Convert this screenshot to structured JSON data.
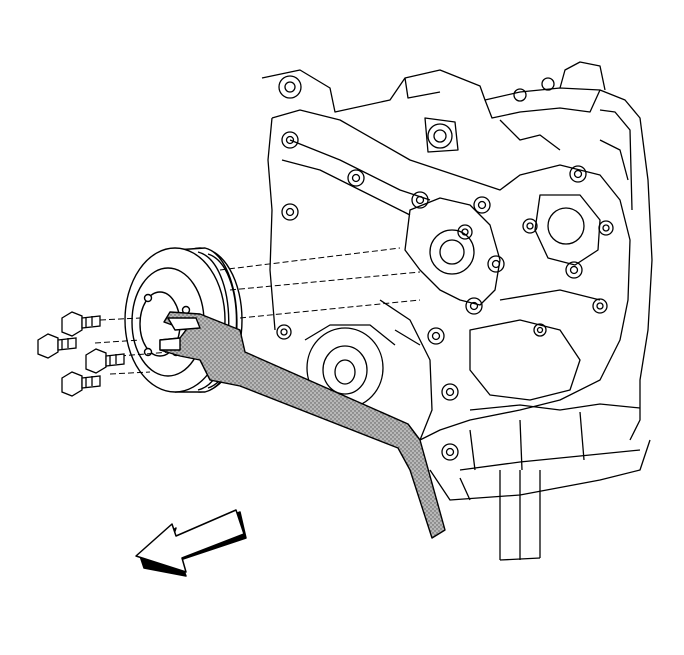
{
  "diagram": {
    "background": "#ffffff",
    "line_color": "#000000",
    "tool_fill": "#9a9a9a",
    "arrow_fill": "#ffffff",
    "components": {
      "engine_block": "engine-front-cover",
      "balancer": "crankshaft-balancer",
      "holding_tool": "balancer-holding-tool",
      "bolts": 4,
      "direction_arrow": "removal-direction-arrow"
    }
  }
}
